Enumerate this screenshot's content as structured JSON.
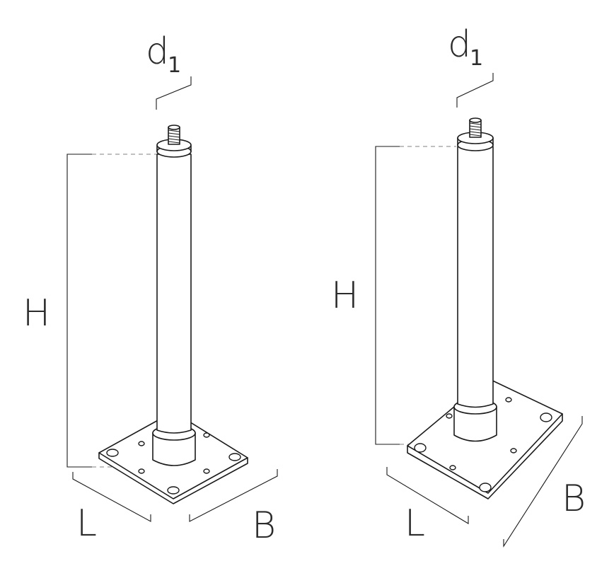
{
  "figures": [
    {
      "name": "left-support",
      "labels": {
        "diameter": "d",
        "diameter_sub": "1",
        "height": "H",
        "length": "L",
        "width": "B"
      }
    },
    {
      "name": "right-support",
      "labels": {
        "diameter": "d",
        "diameter_sub": "1",
        "height": "H",
        "length": "L",
        "width": "B"
      }
    }
  ]
}
